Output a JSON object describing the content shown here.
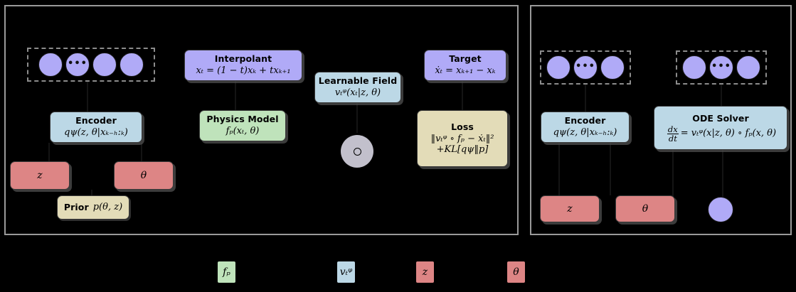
{
  "figure": {
    "background_color": "#000000",
    "panel_border_color": "#9a9a9a",
    "dashed_border_color": "#8c8c8c"
  },
  "palette": {
    "blue": "#bcd8e6",
    "purple": "#b0aaf7",
    "green": "#bfe3bb",
    "tan": "#e3dcb8",
    "red": "#dd8585",
    "gray_node": "#c2c0cc"
  },
  "left_panel": {
    "sequence_group": {
      "name": "observed-trajectory-window",
      "circle_count": 4,
      "ellipsis_index": 1,
      "ellipsis": "•••"
    },
    "boxes": [
      {
        "id": "encoder",
        "title": "Encoder",
        "formula": "qψ(z, θ|xₖ₋ₕ:ₖ)",
        "color": "blue"
      },
      {
        "id": "interpolant",
        "title": "Interpolant",
        "formula": "xₜ = (1 − t)xₖ + txₖ₊₁",
        "color": "purple"
      },
      {
        "id": "physics-model",
        "title": "Physics Model",
        "formula": "fₚ(xₜ, θ)",
        "color": "green"
      },
      {
        "id": "learnable-field",
        "title": "Learnable Field",
        "formula": "vₜᵠ(xₜ|z, θ)",
        "color": "blue"
      },
      {
        "id": "target",
        "title": "Target",
        "formula": "ẋₜ = xₖ₊₁ − xₖ",
        "color": "purple"
      },
      {
        "id": "loss",
        "title": "Loss",
        "formula_line1": "‖vₜᵠ ∘ fₚ − ẋₜ‖²",
        "formula_line2": "+KL[qψ‖p]",
        "color": "tan"
      },
      {
        "id": "latent-z",
        "formula": "z",
        "color": "red"
      },
      {
        "id": "latent-theta",
        "formula": "θ",
        "color": "red"
      },
      {
        "id": "prior",
        "title": "Prior",
        "formula": "p(θ, z)",
        "color": "tan"
      }
    ],
    "compose_node": {
      "id": "composition-operator",
      "symbol": "○",
      "color": "#c2c0cc"
    }
  },
  "right_panel": {
    "sequence_group_a": {
      "name": "context-window",
      "circle_count": 3,
      "ellipsis_index": 1,
      "ellipsis": "•••"
    },
    "sequence_group_b": {
      "name": "rollout-window",
      "circle_count": 3,
      "ellipsis_index": 1,
      "ellipsis": "•••"
    },
    "boxes": [
      {
        "id": "encoder",
        "title": "Encoder",
        "formula": "qψ(z, θ|xₖ₋ₕ:ₖ)",
        "color": "blue"
      },
      {
        "id": "ode-solver",
        "title": "ODE Solver",
        "formula_lhs_num": "dx",
        "formula_lhs_den": "dt",
        "formula_rhs": "= vₜᵠ(x|z, θ) ∘ fₚ(x, θ)",
        "color": "blue"
      },
      {
        "id": "latent-z",
        "formula": "z",
        "color": "red"
      },
      {
        "id": "latent-theta",
        "formula": "θ",
        "color": "red"
      }
    ],
    "predicted_state": {
      "id": "predicted-state-node",
      "color": "#b0aaf7"
    }
  },
  "legend": {
    "items": [
      {
        "id": "physics-model",
        "symbol": "fₚ",
        "color": "green",
        "label": ""
      },
      {
        "id": "learnable-field",
        "symbol": "vₜᵠ",
        "color": "blue",
        "label": ""
      },
      {
        "id": "latent-z",
        "symbol": "z",
        "color": "red",
        "label": ""
      },
      {
        "id": "latent-theta",
        "symbol": "θ",
        "color": "red",
        "label": ""
      }
    ]
  }
}
